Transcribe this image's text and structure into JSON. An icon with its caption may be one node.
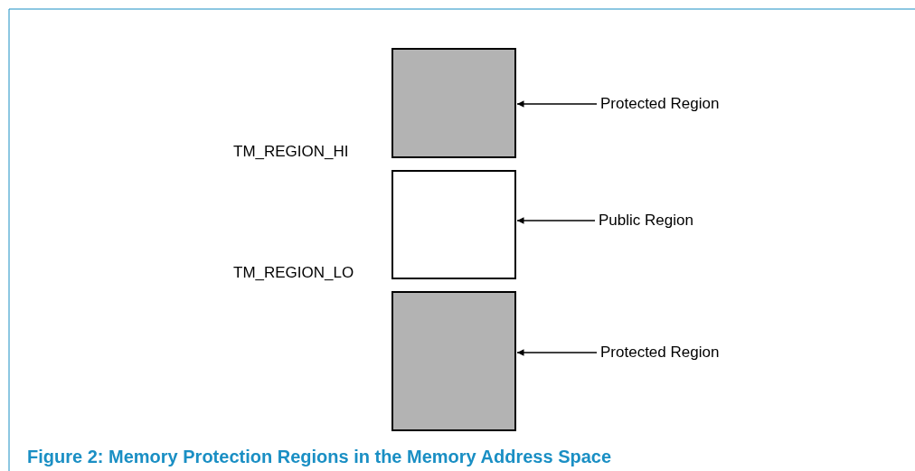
{
  "diagram": {
    "caption": "Figure 2: Memory Protection Regions in the Memory Address Space",
    "nodes": [
      {
        "text": [],
        "shape": "box"
      },
      {
        "text": [
          "Protected Region"
        ]
      },
      {
        "text": [],
        "shape": "box"
      },
      {
        "text": [
          "Public Region"
        ]
      },
      {
        "text": [],
        "shape": "box"
      },
      {
        "text": [
          "Protected Region"
        ]
      }
    ],
    "edges": [
      {
        "from": 1,
        "to": 0,
        "arrow": "to"
      },
      {
        "from": 3,
        "to": 2,
        "arrow": "to"
      },
      {
        "from": 5,
        "to": 4,
        "arrow": "to"
      }
    ],
    "labels": [
      "TM_REGION_HI",
      "TM_REGION_LO"
    ]
  }
}
